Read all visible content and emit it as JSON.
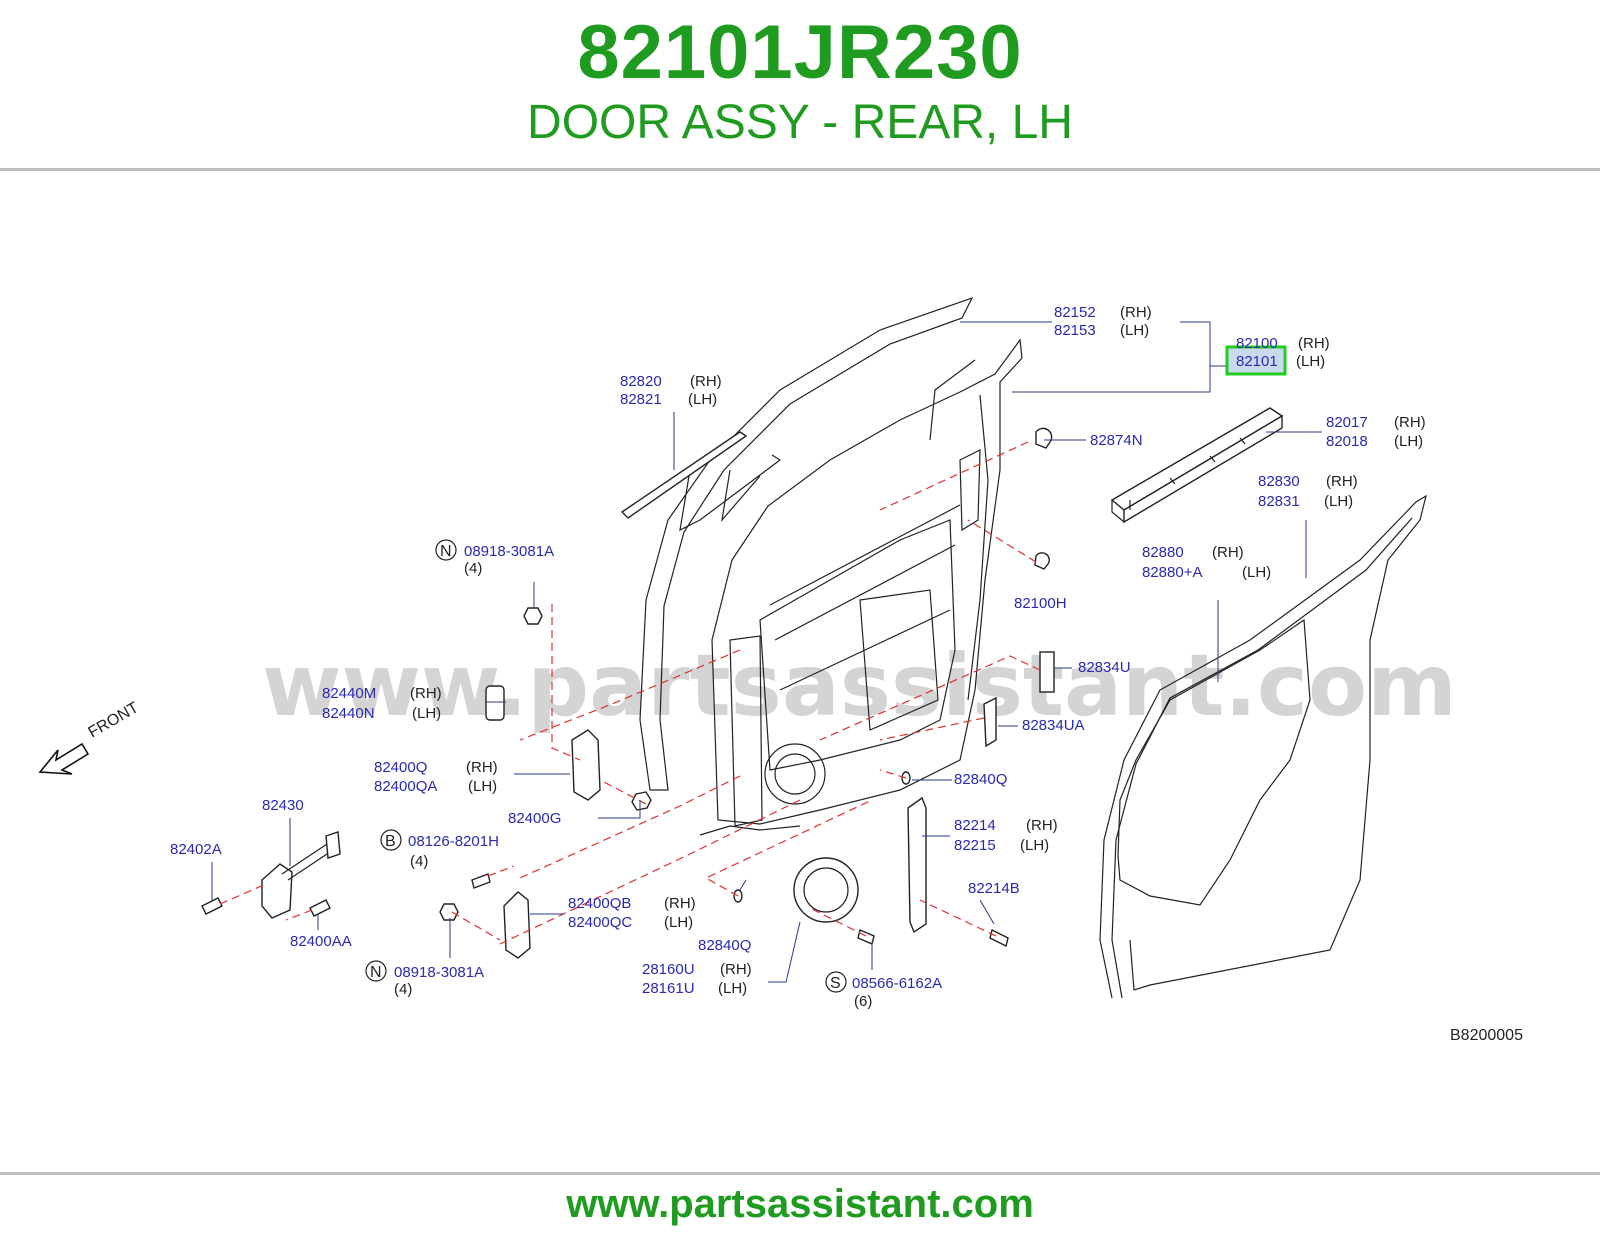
{
  "header": {
    "part_number": "82101JR230",
    "title": "DOOR ASSY - REAR, LH"
  },
  "footer": {
    "url": "www.partsassistant.com"
  },
  "watermark": "www.partsassistant.com",
  "diagram_code": "B8200005",
  "front_label": "FRONT",
  "colors": {
    "brand_green": "#1f9c1f",
    "label_blue": "#2a2ab0",
    "leader_red": "#e03030",
    "highlight": "#22cc22"
  },
  "callouts": {
    "c82152": {
      "code": "82152",
      "side": "(RH)"
    },
    "c82153": {
      "code": "82153",
      "side": "(LH)"
    },
    "c82100": {
      "code": "82100",
      "side": "(RH)"
    },
    "c82101": {
      "code": "82101",
      "side": "(LH)"
    },
    "c82820": {
      "code": "82820",
      "side": "(RH)"
    },
    "c82821": {
      "code": "82821",
      "side": "(LH)"
    },
    "c82874N": {
      "code": "82874N"
    },
    "c82017": {
      "code": "82017",
      "side": "(RH)"
    },
    "c82018": {
      "code": "82018",
      "side": "(LH)"
    },
    "c82830": {
      "code": "82830",
      "side": "(RH)"
    },
    "c82831": {
      "code": "82831",
      "side": "(LH)"
    },
    "c08918a": {
      "prefix": "N",
      "code": "08918-3081A",
      "qty": "(4)"
    },
    "c82880": {
      "code": "82880",
      "side": "(RH)"
    },
    "c82880A": {
      "code": "82880+A",
      "side": "(LH)"
    },
    "c82100H": {
      "code": "82100H"
    },
    "c82834U": {
      "code": "82834U"
    },
    "c82440M": {
      "code": "82440M",
      "side": "(RH)"
    },
    "c82440N": {
      "code": "82440N",
      "side": "(LH)"
    },
    "c82834UA": {
      "code": "82834UA"
    },
    "c82400Q": {
      "code": "82400Q",
      "side": "(RH)"
    },
    "c82400QA": {
      "code": "82400QA",
      "side": "(LH)"
    },
    "c82840Qa": {
      "code": "82840Q"
    },
    "c82430": {
      "code": "82430"
    },
    "c82400G": {
      "code": "82400G"
    },
    "c82402A": {
      "code": "82402A"
    },
    "c08126": {
      "prefix": "B",
      "code": "08126-8201H",
      "qty": "(4)"
    },
    "c82214": {
      "code": "82214",
      "side": "(RH)"
    },
    "c82215": {
      "code": "82215",
      "side": "(LH)"
    },
    "c82214B": {
      "code": "82214B"
    },
    "c82400QB": {
      "code": "82400QB",
      "side": "(RH)"
    },
    "c82400QC": {
      "code": "82400QC",
      "side": "(LH)"
    },
    "c82400AA": {
      "code": "82400AA"
    },
    "c82840Qb": {
      "code": "82840Q"
    },
    "c08918b": {
      "prefix": "N",
      "code": "08918-3081A",
      "qty": "(4)"
    },
    "c28160U": {
      "code": "28160U",
      "side": "(RH)"
    },
    "c28161U": {
      "code": "28161U",
      "side": "(LH)"
    },
    "c08566": {
      "prefix": "S",
      "code": "08566-6162A",
      "qty": "(6)"
    }
  }
}
